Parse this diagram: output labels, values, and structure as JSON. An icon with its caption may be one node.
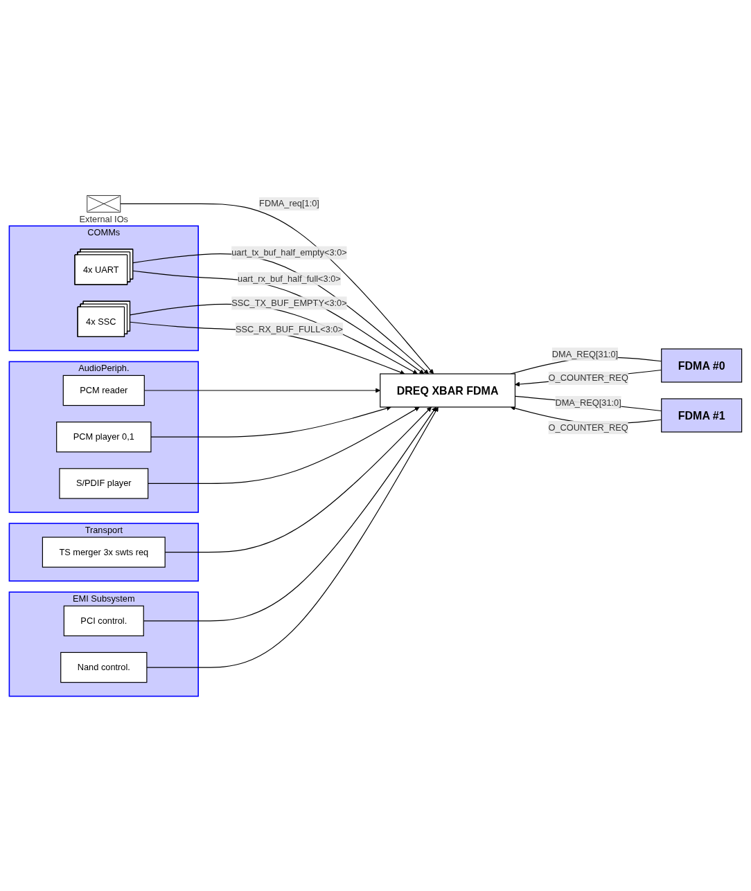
{
  "diagram": {
    "nodes": [
      {
        "text": [],
        "shape": "box",
        "beside": [
          "External IOs"
        ]
      },
      {
        "text": [
          "COMMs"
        ]
      },
      {
        "text": [
          "4x UART"
        ],
        "in": 1
      },
      {
        "text": [
          "4x SSC"
        ],
        "in": 1
      },
      {
        "text": [
          "AudioPeriph."
        ]
      },
      {
        "text": [
          "PCM reader"
        ],
        "in": 4
      },
      {
        "text": [
          "PCM player 0,1"
        ],
        "in": 4
      },
      {
        "text": [
          "S/PDIF player"
        ],
        "in": 4
      },
      {
        "text": [
          "Transport"
        ]
      },
      {
        "text": [
          "TS merger 3x swts req"
        ],
        "in": 8
      },
      {
        "text": [
          "EMI Subsystem"
        ]
      },
      {
        "text": [
          "PCI control."
        ],
        "in": 10
      },
      {
        "text": [
          "Nand control."
        ],
        "in": 10
      },
      {
        "text": [
          "DREQ XBAR FDMA"
        ]
      },
      {
        "text": [
          "FDMA #0"
        ]
      },
      {
        "text": [
          "FDMA #1"
        ]
      }
    ],
    "edges": [
      {
        "from": 0,
        "to": 13,
        "arrow": "to",
        "label": "FDMA_req[1:0]"
      },
      {
        "from": 2,
        "to": 13,
        "arrow": "to",
        "label": "uart_tx_buf_half_empty<3:0>"
      },
      {
        "from": 2,
        "to": 13,
        "arrow": "to",
        "label": "uart_rx_buf_half_full<3:0>"
      },
      {
        "from": 3,
        "to": 13,
        "arrow": "to",
        "label": "SSC_TX_BUF_EMPTY<3:0>"
      },
      {
        "from": 3,
        "to": 13,
        "arrow": "to",
        "label": "SSC_RX_BUF_FULL<3:0>"
      },
      {
        "from": 5,
        "to": 13,
        "arrow": "to"
      },
      {
        "from": 6,
        "to": 13,
        "arrow": "to"
      },
      {
        "from": 7,
        "to": 13,
        "arrow": "to"
      },
      {
        "from": 9,
        "to": 13,
        "arrow": "to"
      },
      {
        "from": 11,
        "to": 13,
        "arrow": "to"
      },
      {
        "from": 12,
        "to": 13,
        "arrow": "to"
      },
      {
        "from": 13,
        "to": 14,
        "arrow": "none",
        "label": "DMA_REQ[31:0]"
      },
      {
        "from": 14,
        "to": 13,
        "arrow": "to",
        "label": "O_COUNTER_REQ"
      },
      {
        "from": 13,
        "to": 15,
        "arrow": "none",
        "label": "DMA_REQ[31:0]"
      },
      {
        "from": 15,
        "to": 13,
        "arrow": "to",
        "label": "O_COUNTER_REQ"
      }
    ]
  }
}
